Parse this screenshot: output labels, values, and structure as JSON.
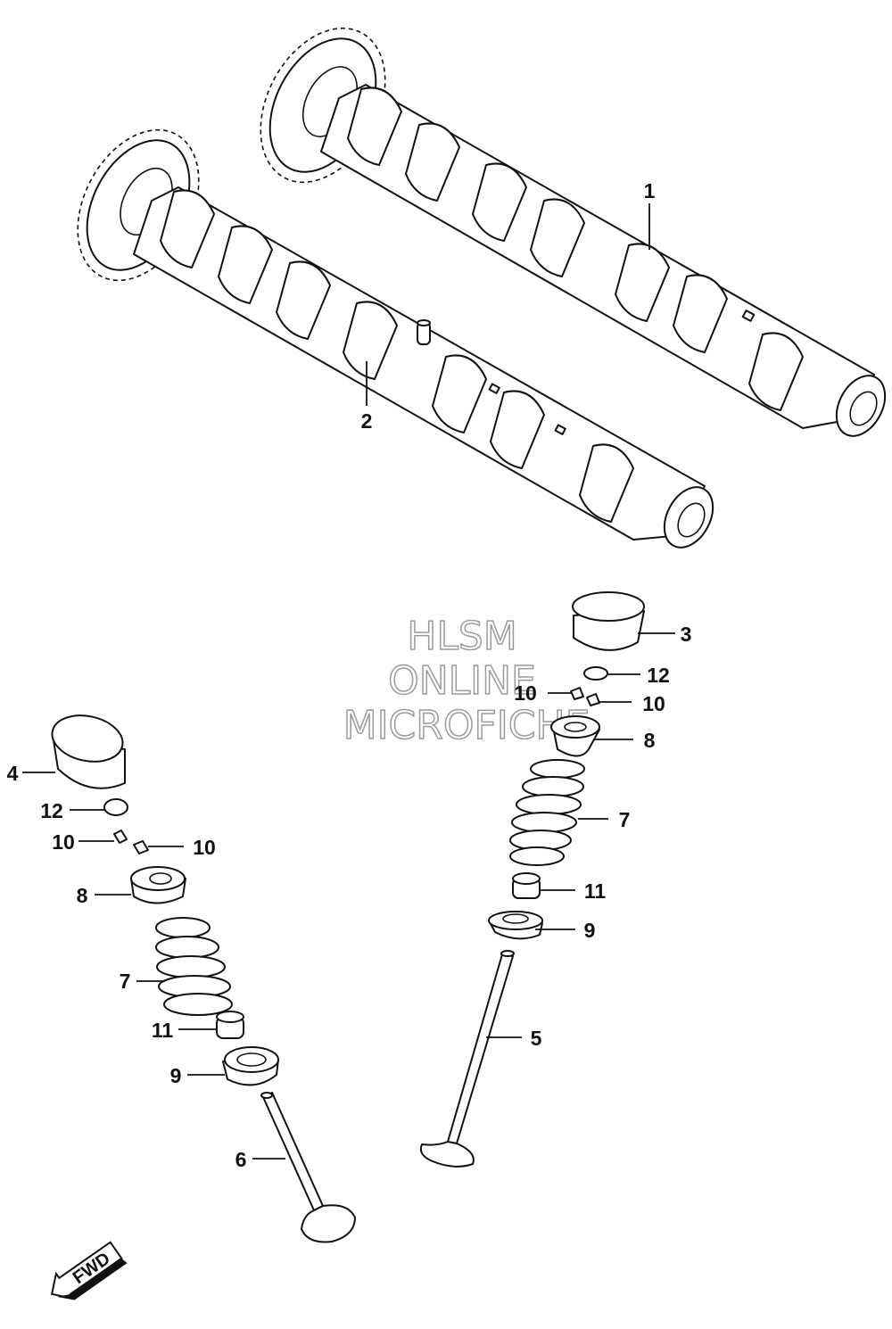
{
  "watermark": {
    "line1": "HLSM",
    "line2": "ONLINE",
    "line3": "MICROFICHE"
  },
  "direction_label": "FWD",
  "callouts": [
    {
      "id": "c1",
      "label": "1"
    },
    {
      "id": "c2",
      "label": "2"
    },
    {
      "id": "c3",
      "label": "3"
    },
    {
      "id": "c12r",
      "label": "12"
    },
    {
      "id": "c10rl",
      "label": "10"
    },
    {
      "id": "c10rr",
      "label": "10"
    },
    {
      "id": "c8r",
      "label": "8"
    },
    {
      "id": "c7r",
      "label": "7"
    },
    {
      "id": "c11r",
      "label": "11"
    },
    {
      "id": "c9r",
      "label": "9"
    },
    {
      "id": "c5",
      "label": "5"
    },
    {
      "id": "c4",
      "label": "4"
    },
    {
      "id": "c12l",
      "label": "12"
    },
    {
      "id": "c10ll",
      "label": "10"
    },
    {
      "id": "c10lr",
      "label": "10"
    },
    {
      "id": "c8l",
      "label": "8"
    },
    {
      "id": "c7l",
      "label": "7"
    },
    {
      "id": "c11l",
      "label": "11"
    },
    {
      "id": "c9l",
      "label": "9"
    },
    {
      "id": "c6",
      "label": "6"
    }
  ]
}
